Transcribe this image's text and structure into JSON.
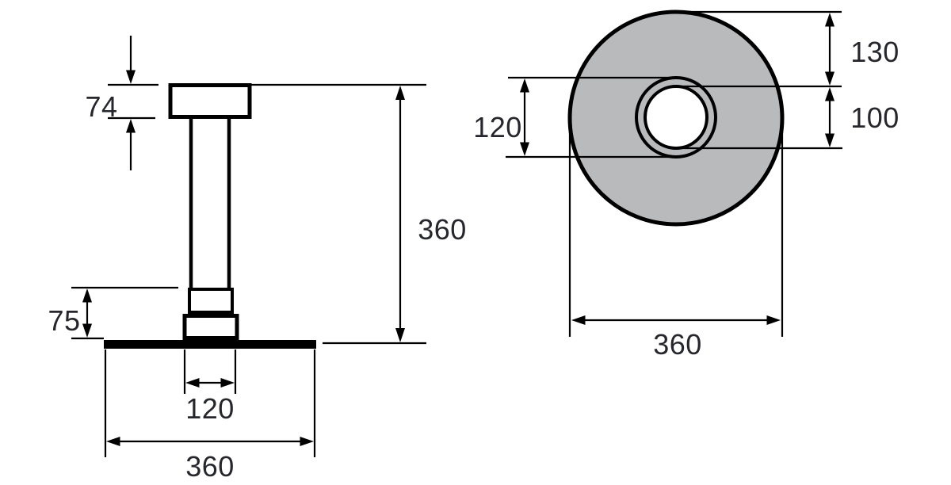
{
  "colors": {
    "line": "#000000",
    "label": "#26272c",
    "head_fill": "#b9babc",
    "background": "#ffffff"
  },
  "side_view": {
    "dims": {
      "bracket_height": "74",
      "overall_height": "360",
      "connector_height": "75",
      "connector_width": "120",
      "head_width": "360"
    }
  },
  "top_view": {
    "dims": {
      "ring_diameter": "120",
      "edge_to_inlet": "130",
      "inlet_diameter": "100",
      "head_diameter": "360"
    }
  }
}
